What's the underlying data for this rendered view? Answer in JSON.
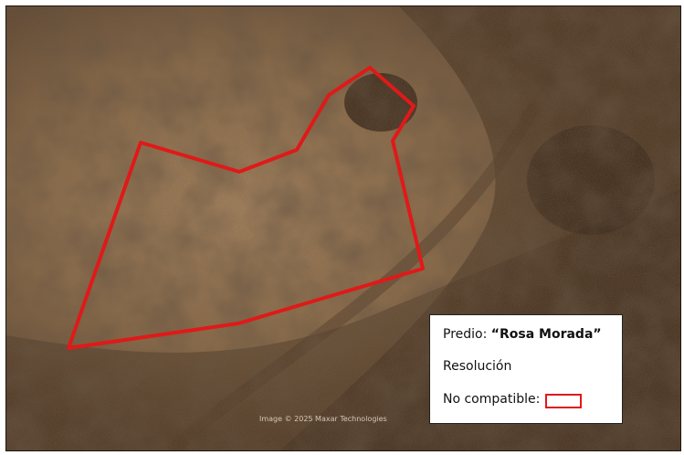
{
  "map": {
    "imagery_credit": "Image © 2025 Maxar Technologies",
    "parcel_outline_color": "#e01919"
  },
  "legend": {
    "predio_label": "Predio: ",
    "predio_name": "“Rosa Morada”",
    "resolution_label": "Resolución",
    "compatibility_label": "No compatible:"
  }
}
